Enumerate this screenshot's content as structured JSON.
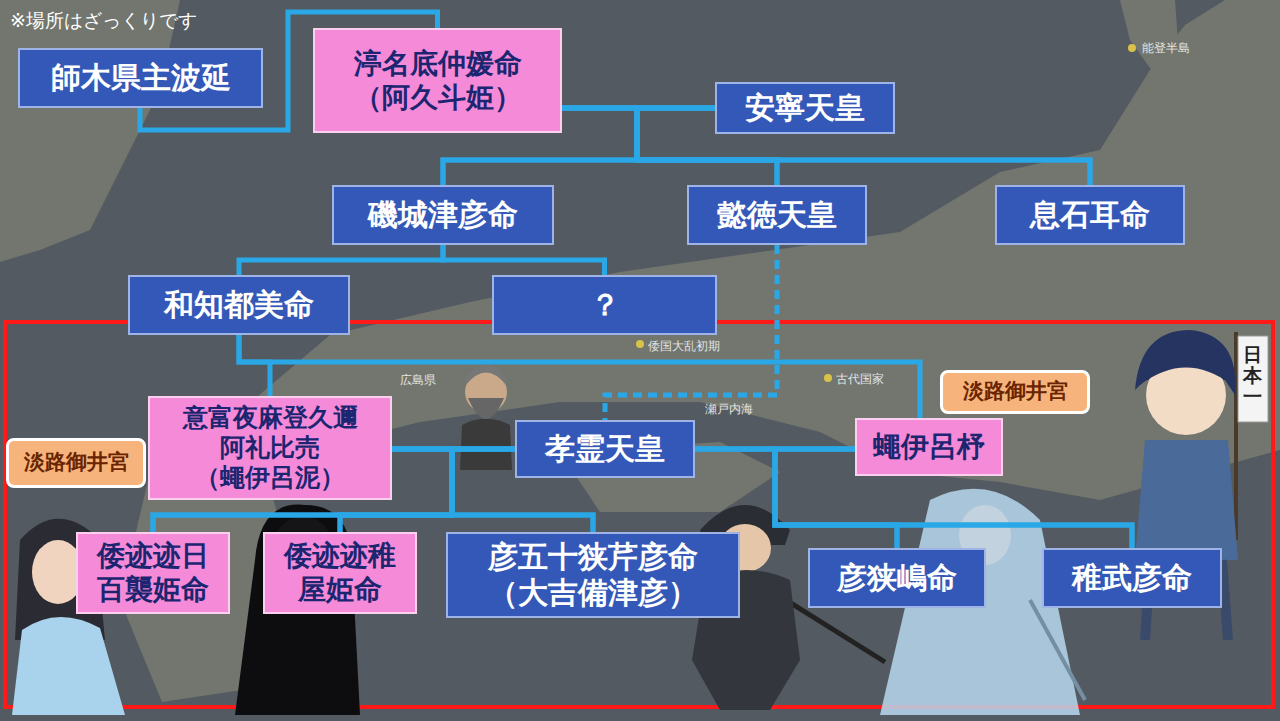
{
  "diagram": {
    "nodes": [
      {
        "text": [
          "師木県主波延"
        ]
      },
      {
        "text": [
          "渟名底仲媛命 （阿久斗姫）"
        ]
      },
      {
        "text": [
          "安寧天皇"
        ]
      },
      {
        "text": [
          "磯城津彦命"
        ]
      },
      {
        "text": [
          "懿徳天皇"
        ]
      },
      {
        "text": [
          "息石耳命"
        ]
      },
      {
        "text": [
          "和知都美命"
        ]
      },
      {
        "text": [
          "？"
        ]
      },
      {
        "text": [
          "淡路御井宮"
        ]
      },
      {
        "text": [
          "意富夜麻登久邇 阿礼比売 （蠅伊呂泥）"
        ]
      },
      {
        "text": [
          "孝霊天皇"
        ]
      },
      {
        "text": [
          "淡路御井宮"
        ]
      },
      {
        "text": [
          "蠅伊呂杼"
        ]
      },
      {
        "text": [
          "倭迹迹日 百襲姫命"
        ]
      },
      {
        "text": [
          "倭迹迹稚 屋姫命"
        ]
      },
      {
        "text": [
          "彦五十狭芹彦命 （大吉備津彦）"
        ]
      },
      {
        "text": [
          "彦狭嶋命"
        ]
      },
      {
        "text": [
          "稚武彦命"
        ]
      }
    ],
    "edges": [
      {
        "from": 0,
        "to": 1,
        "arrow": "none"
      },
      {
        "from": 1,
        "to": 2,
        "arrow": "none"
      },
      {
        "from": 1,
        "to": 3,
        "arrow": "none"
      },
      {
        "from": 1,
        "to": 4,
        "arrow": "none"
      },
      {
        "from": 1,
        "to": 5,
        "arrow": "none"
      },
      {
        "from": 2,
        "to": 3,
        "arrow": "none"
      },
      {
        "from": 2,
        "to": 4,
        "arrow": "none"
      },
      {
        "from": 2,
        "to": 5,
        "arrow": "none"
      },
      {
        "from": 3,
        "to": 6,
        "arrow": "none"
      },
      {
        "from": 3,
        "to": 7,
        "arrow": "none"
      },
      {
        "from": 4,
        "to": 10,
        "arrow": "none"
      },
      {
        "from": 6,
        "to": 9,
        "arrow": "none"
      },
      {
        "from": 6,
        "to": 12,
        "arrow": "none"
      },
      {
        "from": 9,
        "to": 10,
        "arrow": "none"
      },
      {
        "from": 10,
        "to": 12,
        "arrow": "none"
      },
      {
        "from": 9,
        "to": 13,
        "arrow": "none"
      },
      {
        "from": 9,
        "to": 14,
        "arrow": "none"
      },
      {
        "from": 9,
        "to": 15,
        "arrow": "none"
      },
      {
        "from": 10,
        "to": 13,
        "arrow": "none"
      },
      {
        "from": 10,
        "to": 14,
        "arrow": "none"
      },
      {
        "from": 10,
        "to": 15,
        "arrow": "none"
      },
      {
        "from": 10,
        "to": 16,
        "arrow": "none"
      },
      {
        "from": 10,
        "to": 17,
        "arrow": "none"
      },
      {
        "from": 12,
        "to": 16,
        "arrow": "none"
      },
      {
        "from": 12,
        "to": 17,
        "arrow": "none"
      }
    ],
    "labels": [
      "※場所はざっくりです",
      "能登半島",
      "倭国大乱初期",
      "古代国家",
      "瀬戸内海",
      "広島県",
      "日本一"
    ]
  }
}
